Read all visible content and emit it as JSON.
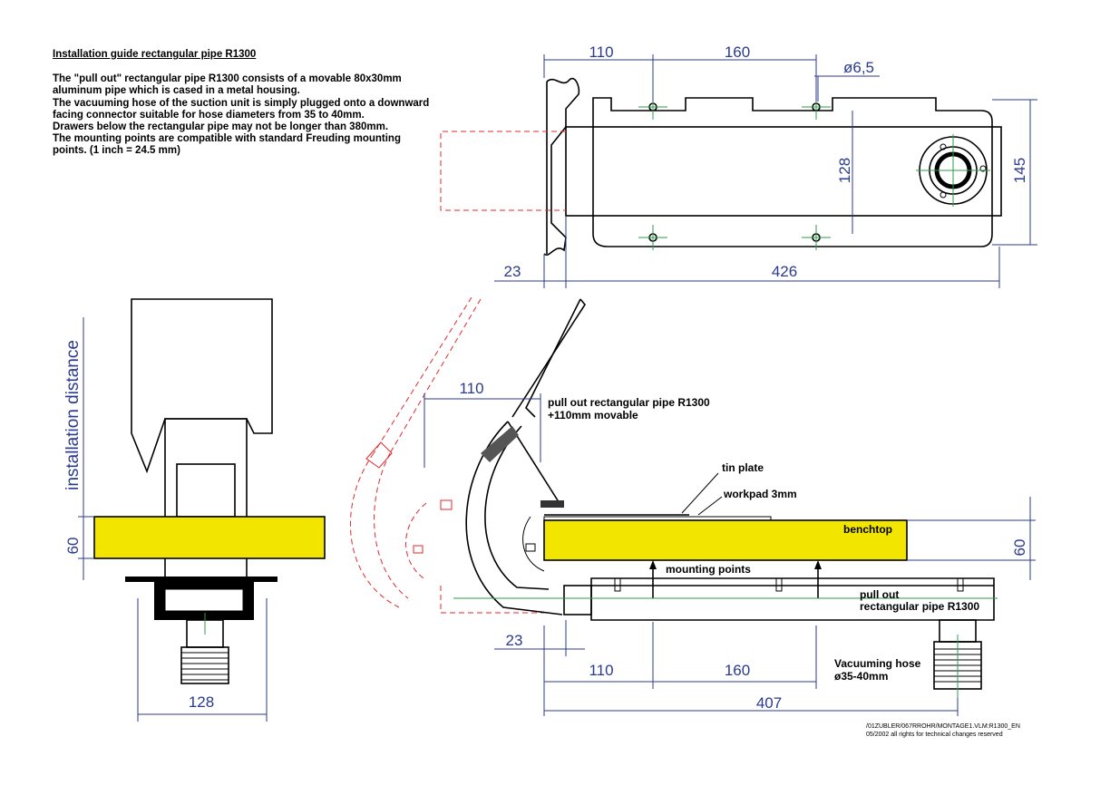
{
  "intro": {
    "title": "Installation guide rectangular pipe R1300",
    "lines": [
      "The \"pull out\" rectangular pipe R1300 consists of a movable 80x30mm",
      "aluminum pipe which is cased in a metal housing.",
      "The vacuuming hose of the suction unit is simply plugged onto a downward",
      "facing connector suitable for hose diameters from 35 to 40mm.",
      "Drawers below the rectangular pipe may not be longer than 380mm.",
      "The mounting points are compatible with standard Freuding mounting",
      "points. (1 inch = 24.5 mm)"
    ]
  },
  "top_view": {
    "dims": {
      "d110": "110",
      "d160": "160",
      "hole": "ø6,5",
      "d128": "128",
      "d145": "145",
      "d23": "23",
      "d426": "426"
    }
  },
  "front_view": {
    "vertical_label": "installation distance",
    "d60": "60",
    "d128": "128"
  },
  "side_view": {
    "d110": "110",
    "d60": "60",
    "d23": "23",
    "d160": "160",
    "d110_bottom": "110",
    "d407": "407",
    "labels": {
      "pull_out_1": "pull out rectangular pipe R1300",
      "pull_out_2": "+110mm movable",
      "tin_plate": "tin plate",
      "workpad": "workpad 3mm",
      "benchtop": "benchtop",
      "mounting_points": "mounting points",
      "pipe_1": "pull out",
      "pipe_2": "rectangular pipe R1300",
      "hose_1": "Vacuuming hose",
      "hose_2": "ø35-40mm"
    }
  },
  "footer": {
    "line1": "/01ZUBLER/067RROHR/MONTAGE1.VLM:R1300_EN",
    "line2": "05/2002  all rights for technical changes reserved"
  },
  "colors": {
    "dimension": "#2b3a8c",
    "benchtop": "#f2e600",
    "dashed": "#e0282e",
    "centerline": "#2e9e4a"
  }
}
